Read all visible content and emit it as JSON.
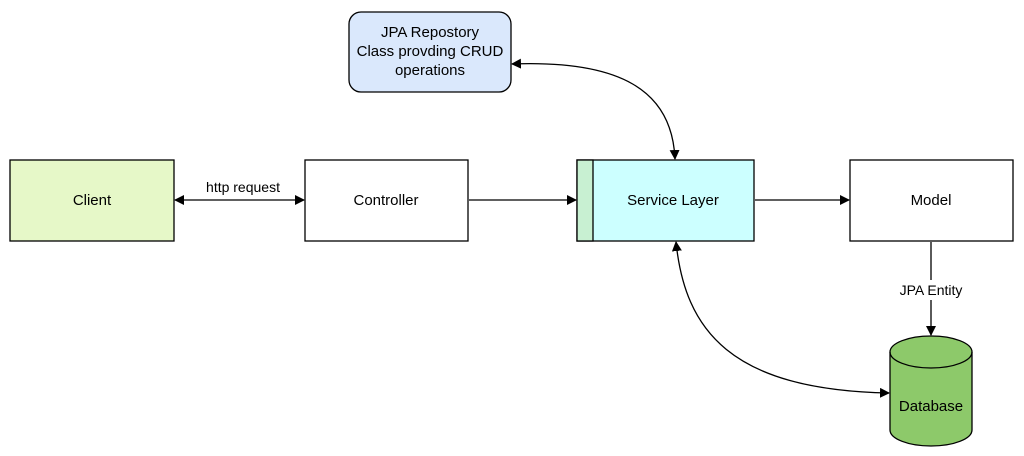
{
  "diagram": {
    "nodes": {
      "jpa_repository": {
        "lines": [
          "JPA Repostory",
          "Class provding CRUD",
          "operations"
        ],
        "fill": "#dae8fc"
      },
      "client": {
        "label": "Client",
        "fill": "#e6f8c8"
      },
      "controller": {
        "label": "Controller",
        "fill": "#ffffff"
      },
      "service_layer": {
        "label": "Service Layer",
        "fill": "#ccffff",
        "side_fill": "#c8f0d2"
      },
      "model": {
        "label": "Model",
        "fill": "#ffffff"
      },
      "database": {
        "label": "Database",
        "fill": "#8dc96a"
      }
    },
    "edges": {
      "client_controller": {
        "label": "http request"
      },
      "model_database": {
        "label": "JPA Entity"
      }
    }
  }
}
